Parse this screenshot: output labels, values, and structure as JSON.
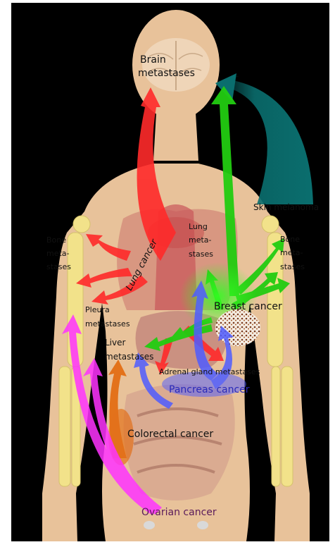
{
  "labels": {
    "brain": [
      "Brain",
      "metastases"
    ],
    "lung_cancer": "Lung cancer",
    "lung_meta": [
      "Lung",
      "meta-",
      "stases"
    ],
    "bone_left": [
      "Bone",
      "meta-",
      "stases"
    ],
    "bone_right": [
      "Bone",
      "meta-",
      "stases"
    ],
    "skin": "Skin melanoma",
    "breast": "Breast cancer",
    "pleura": [
      "Pleura",
      "metastases"
    ],
    "liver": [
      "Liver",
      "metastases"
    ],
    "adrenal": "Adrenal gland metastases",
    "pancreas": "Pancreas cancer",
    "colorectal": "Colorectal cancer",
    "ovarian": "Ovarian cancer"
  },
  "colors": {
    "background": "#000000",
    "body": "#e8c29a",
    "lung_cancer": "#ff2a2a",
    "breast_cancer": "#22cc11",
    "skin_melanoma": "#0a6e6e",
    "pancreas_cancer": "#4f5cff",
    "colorectal_cancer": "#e36a0e",
    "ovarian_cancer": "#ff33ff",
    "bone": "#f2e28a"
  }
}
